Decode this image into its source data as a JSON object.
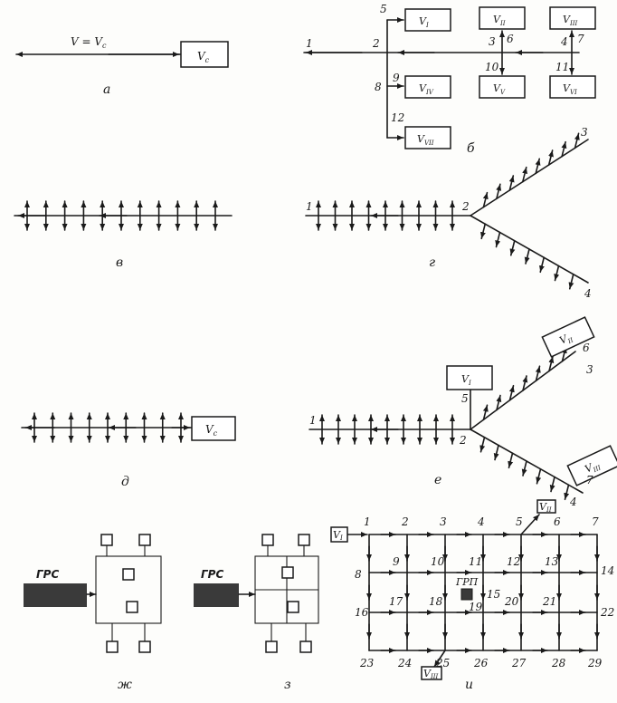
{
  "panels": {
    "a": {
      "caption": "а",
      "line_label": "V = V",
      "line_label_sub": "c",
      "box_main": "V",
      "box_sub": "c"
    },
    "b": {
      "caption": "б",
      "nodes": [
        "1",
        "2",
        "3",
        "4",
        "5",
        "6",
        "7",
        "8",
        "9",
        "10",
        "11",
        "12"
      ],
      "consumers": [
        {
          "main": "V",
          "sub": "I"
        },
        {
          "main": "V",
          "sub": "II"
        },
        {
          "main": "V",
          "sub": "III"
        },
        {
          "main": "V",
          "sub": "IV"
        },
        {
          "main": "V",
          "sub": "V"
        },
        {
          "main": "V",
          "sub": "VI"
        },
        {
          "main": "V",
          "sub": "VII"
        }
      ]
    },
    "v": {
      "caption": "в"
    },
    "g": {
      "caption": "г",
      "nodes": [
        "1",
        "2",
        "3",
        "4"
      ]
    },
    "d": {
      "caption": "д",
      "box_main": "V",
      "box_sub": "c"
    },
    "e": {
      "caption": "е",
      "nodes": [
        "1",
        "2",
        "3",
        "4",
        "5",
        "6",
        "7"
      ],
      "consumers": [
        {
          "main": "V",
          "sub": "I"
        },
        {
          "main": "V",
          "sub": "II"
        },
        {
          "main": "V",
          "sub": "III"
        }
      ]
    },
    "zh": {
      "caption": "ж",
      "station": "ГРС"
    },
    "z": {
      "caption": "з",
      "station": "ГРС"
    },
    "i": {
      "caption": "и",
      "station": "ГРП",
      "consumers": [
        "V",
        "V",
        "V"
      ],
      "consumer_subs": [
        "I",
        "II",
        "III"
      ],
      "nodes": [
        "1",
        "2",
        "3",
        "4",
        "5",
        "6",
        "7",
        "8",
        "9",
        "10",
        "11",
        "12",
        "13",
        "14",
        "15",
        "16",
        "17",
        "18",
        "19",
        "20",
        "21",
        "22",
        "23",
        "24",
        "25",
        "26",
        "27",
        "28",
        "29"
      ]
    }
  },
  "colors": {
    "ink": "#1a1a1a",
    "paper": "#fdfdfb",
    "station_fill": "#3a3a3a"
  }
}
